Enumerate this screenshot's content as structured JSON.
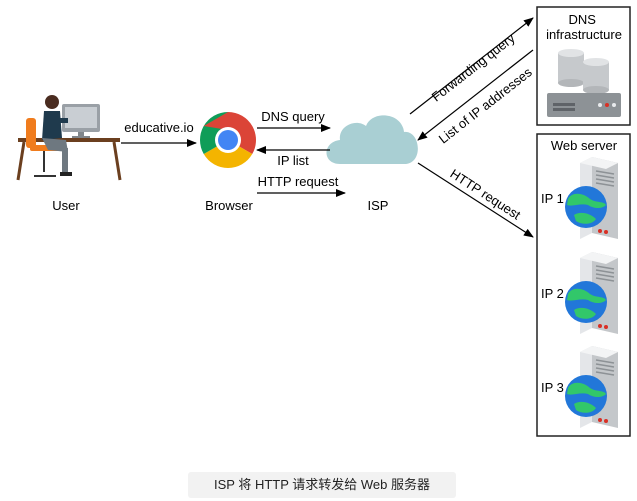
{
  "nodes": {
    "user": "User",
    "browser": "Browser",
    "isp": "ISP",
    "dns": "DNS\ninfrastructure",
    "web_server": "Web server"
  },
  "edges": {
    "educative": "educative.io",
    "dns_query": "DNS query",
    "ip_list": "IP list",
    "http_request_browser": "HTTP request",
    "forwarding_query": "Forwarding query",
    "list_of_ip": "List of IP addresses",
    "http_request_isp": "HTTP request"
  },
  "servers": [
    "IP 1",
    "IP 2",
    "IP 3"
  ],
  "caption": "ISP 将 HTTP 请求转发给 Web 服务器",
  "colors": {
    "cloud": "#a9cfd3",
    "server_body": "#e4e6e9",
    "globe_ocean": "#2277d9",
    "globe_land": "#32c76a",
    "chrome_red": "#db4437",
    "chrome_yellow": "#f4b400",
    "chrome_green": "#0f9d58",
    "chrome_blue": "#4285f4",
    "chair": "#f07c1d"
  }
}
